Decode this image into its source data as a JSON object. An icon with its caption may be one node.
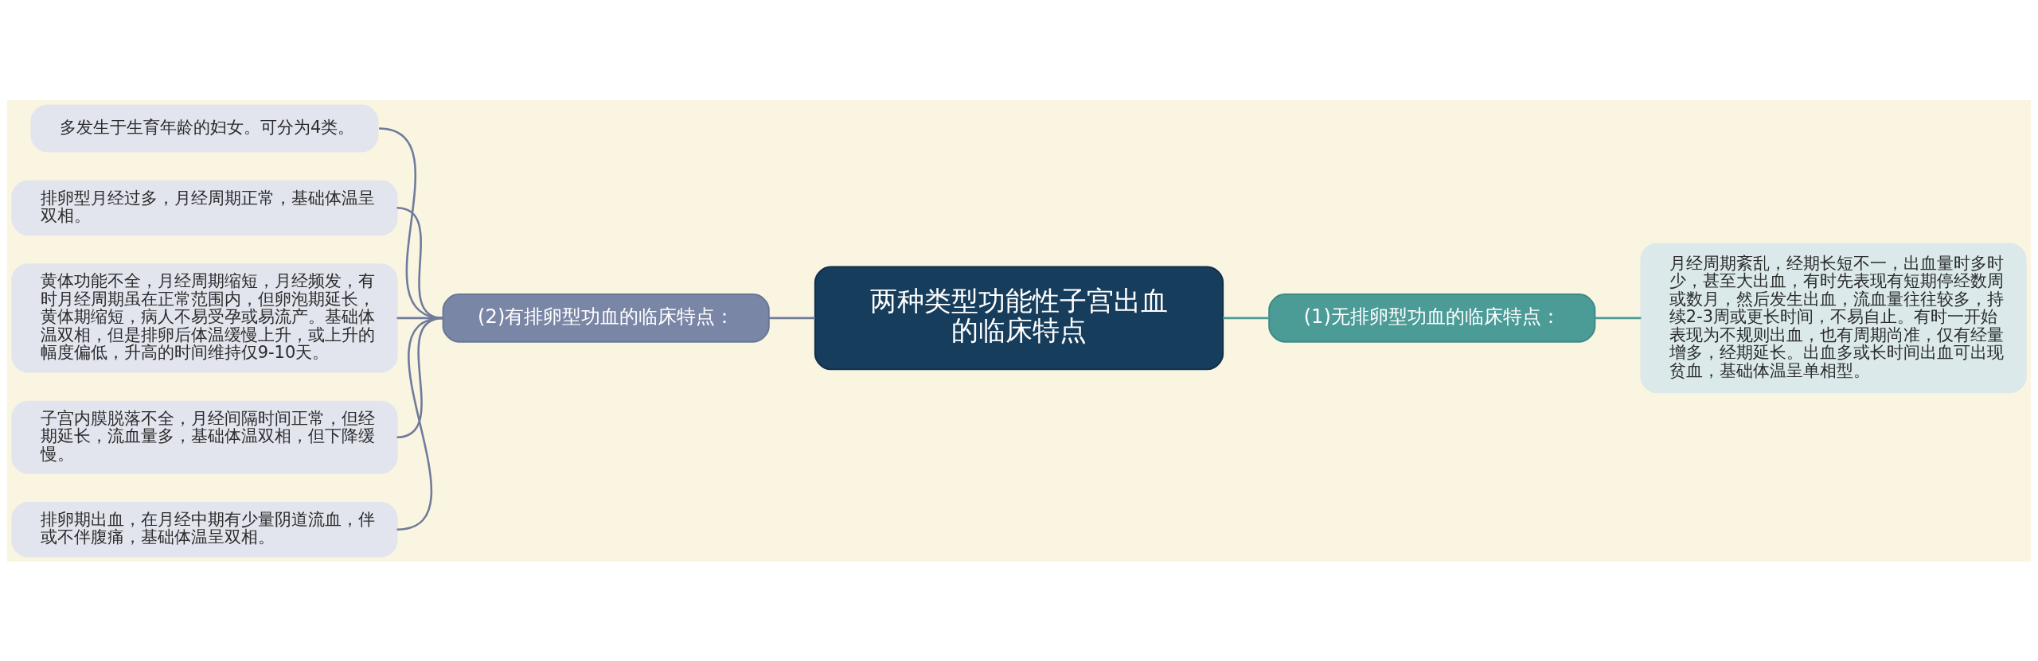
{
  "diagram": {
    "nodes": [
      {
        "text": [
          "两种类型功能性子宫出血的临床特点"
        ]
      },
      {
        "text": [
          "(1)无排卵型功血的临床特点："
        ]
      },
      {
        "text": [
          "月经周期紊乱，经期长短不一，出血量时多时少，甚至大出血，有时先表现有短期停经数周或数月，然后发生出血，流血量往往较多，持续2-3周或更长时间，不易自止。有时一开始表现为不规则出血，也有周期尚准，仅有经量增多，经期延长。出血多或长时间出血可出现贫血，基础体温呈单相型。"
        ]
      },
      {
        "text": [
          "(2)有排卵型功血的临床特点："
        ]
      },
      {
        "text": [
          "多发生于生育年龄的妇女。可分为4类。"
        ]
      },
      {
        "text": [
          "排卵型月经过多，月经周期正常，基础体温呈双相。"
        ]
      },
      {
        "text": [
          "黄体功能不全，月经周期缩短，月经频发，有时月经周期虽在正常范围内，但卵泡期延长，黄体期缩短，病人不易受孕或易流产。基础体温双相，但是排卵后体温缓慢上升，或上升的幅度偏低，升高的时间维持仅9-10天。"
        ]
      },
      {
        "text": [
          "子宫内膜脱落不全，月经间隔时间正常，但经期延长，流血量多，基础体温双相，但下降缓慢。"
        ]
      },
      {
        "text": [
          "排卵期出血，在月经中期有少量阴道流血，伴或不伴腹痛，基础体温呈双相。"
        ]
      }
    ],
    "edges": [
      {
        "from": 3,
        "to": 0,
        "arrow": "none"
      },
      {
        "from": 0,
        "to": 1,
        "arrow": "none",
        "color": "#4b9b97"
      },
      {
        "from": 1,
        "to": 2,
        "arrow": "none",
        "color": "#4b9b97"
      },
      {
        "from": 4,
        "to": 3,
        "arrow": "none"
      },
      {
        "from": 5,
        "to": 3,
        "arrow": "none"
      },
      {
        "from": 6,
        "to": 3,
        "arrow": "none"
      },
      {
        "from": 7,
        "to": 3,
        "arrow": "none"
      },
      {
        "from": 8,
        "to": 3,
        "arrow": "none"
      }
    ]
  }
}
